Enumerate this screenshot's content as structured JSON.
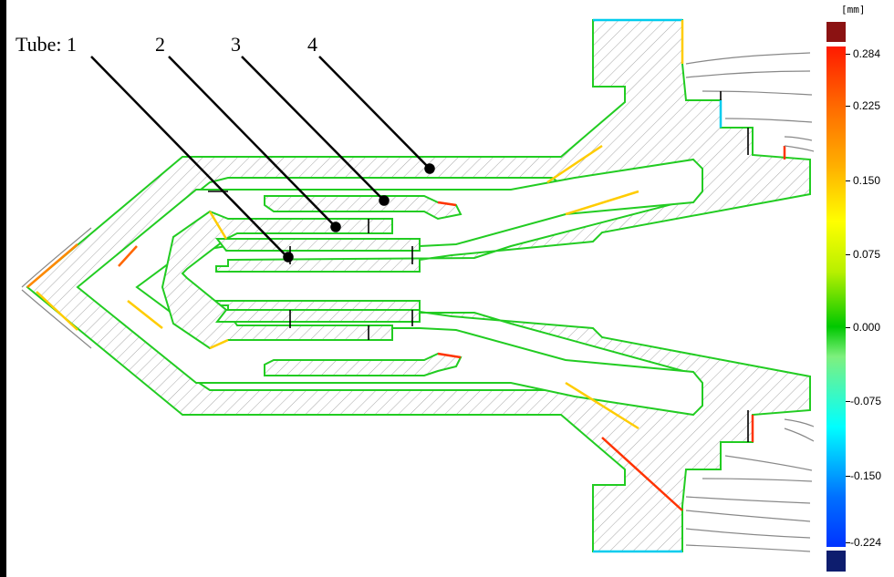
{
  "tube_labels": {
    "prefix": "Tube: 1",
    "t2": "2",
    "t3": "3",
    "t4": "4"
  },
  "colorbar": {
    "unit": "[mm]",
    "ticks": [
      "0.284",
      "0.225",
      "0.150",
      "0.075",
      "0.000",
      "-0.075",
      "-0.150",
      "-0.224"
    ],
    "colors": {
      "max_block": "#8b1212",
      "min_block": "#0d1d6e",
      "top": "#ff1a00",
      "mid": "#00c800",
      "bottom": "#0033ff"
    }
  },
  "outline_colors": {
    "nominal": "#22cc22",
    "positive": "#ffcc00",
    "high": "#ff3300",
    "negative": "#00ccee",
    "scan": "#888888",
    "hatch": "#9a9a9a"
  }
}
